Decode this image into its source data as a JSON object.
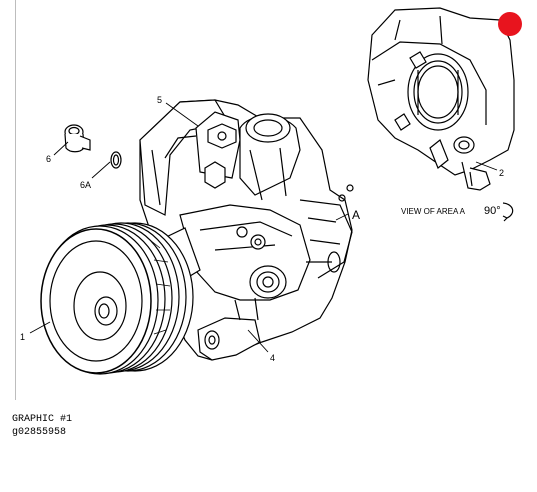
{
  "callouts": {
    "c1": "1",
    "c2": "2",
    "c4": "4",
    "c5": "5",
    "c6": "6",
    "c6a": "6A",
    "area": "A"
  },
  "view_caption": "VIEW OF AREA A",
  "rotation_label": "90°",
  "footer": {
    "graphic_label": "GRAPHIC #1",
    "graphic_id": "g02855958"
  },
  "colors": {
    "line": "#000000",
    "marker": "#e8141e",
    "background": "#ffffff"
  }
}
